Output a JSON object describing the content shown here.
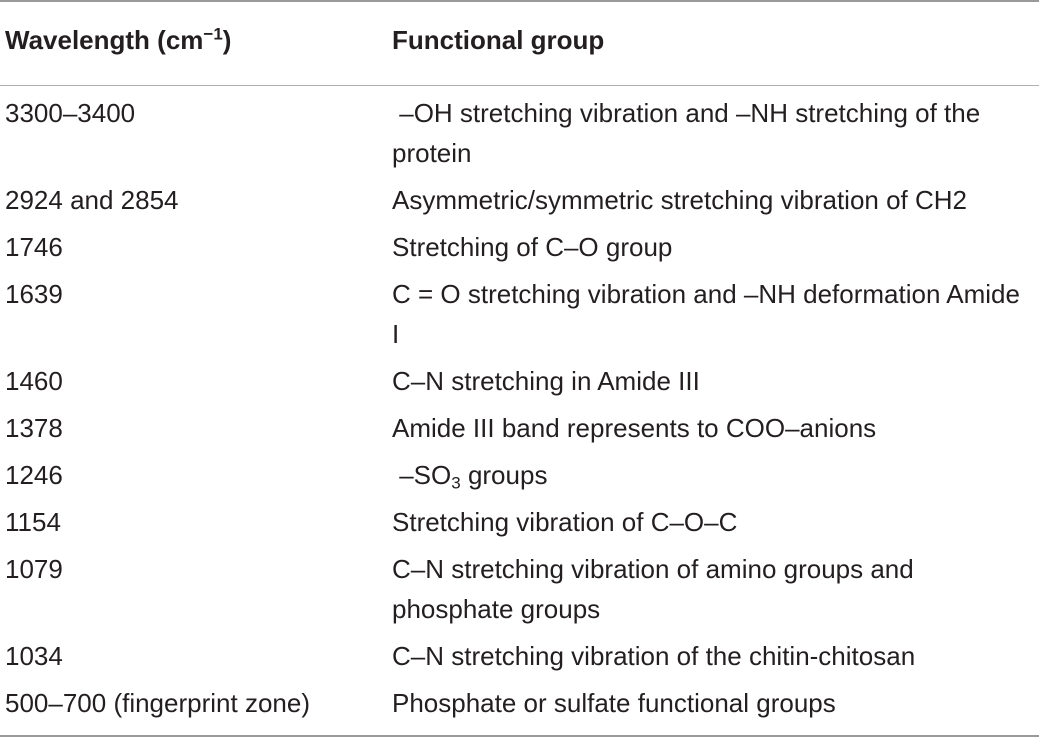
{
  "table": {
    "headers": {
      "col1_prefix": "Wavelength (cm",
      "col1_sup": "−1",
      "col1_suffix": ")",
      "col2": "Functional group"
    },
    "rows": [
      {
        "wavelength": "3300–3400",
        "group": " –OH stretching vibration and –NH stretching of the protein"
      },
      {
        "wavelength": "2924 and 2854",
        "group": "Asymmetric/symmetric stretching vibration of CH2"
      },
      {
        "wavelength": "1746",
        "group": "Stretching of C–O group"
      },
      {
        "wavelength": "1639",
        "group": "C = O stretching vibration and –NH deformation Amide I"
      },
      {
        "wavelength": "1460",
        "group": "C–N stretching in Amide III"
      },
      {
        "wavelength": "1378",
        "group": "Amide III band represents to COO–anions"
      },
      {
        "wavelength": "1246",
        "group_prefix": " –SO",
        "group_sub": "3",
        "group_suffix": " groups"
      },
      {
        "wavelength": "1154",
        "group": "Stretching vibration of C–O–C"
      },
      {
        "wavelength": "1079",
        "group": "C–N stretching vibration of amino groups and phosphate groups"
      },
      {
        "wavelength": "1034",
        "group": "C–N stretching vibration of the chitin-chitosan"
      },
      {
        "wavelength": "500–700 (fingerprint zone)",
        "group": "Phosphate or sulfate functional groups"
      }
    ]
  }
}
